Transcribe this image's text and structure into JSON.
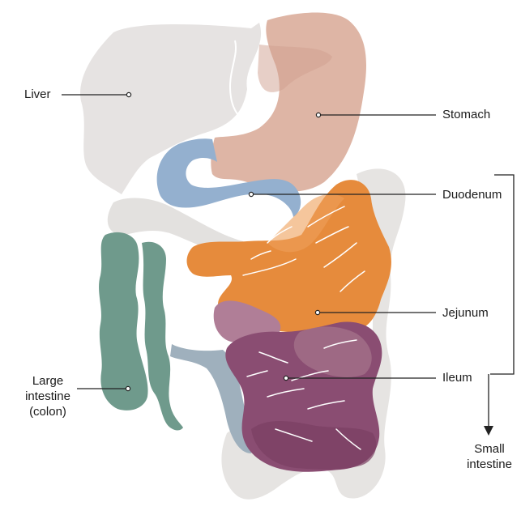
{
  "labels": {
    "liver": "Liver",
    "stomach": "Stomach",
    "duodenum": "Duodenum",
    "jejunum": "Jejunum",
    "ileum": "Ileum",
    "large_intestine": [
      "Large",
      "intestine",
      "(colon)"
    ],
    "small_intestine": [
      "Small",
      "intestine"
    ]
  },
  "colors": {
    "liver": "#e6e3e2",
    "stomach": "#deb5a5",
    "duodenum": "#94b0cf",
    "jejunum": "#e68b3c",
    "ileum": "#8a4d72",
    "ileum_light": "#b07e97",
    "colon": "#6f9a8c",
    "transverse_colon": "#e3e1df",
    "rectum": "#d8d6d4",
    "connector": "#9fb0bd",
    "leader": "#222222",
    "background": "#ffffff"
  }
}
